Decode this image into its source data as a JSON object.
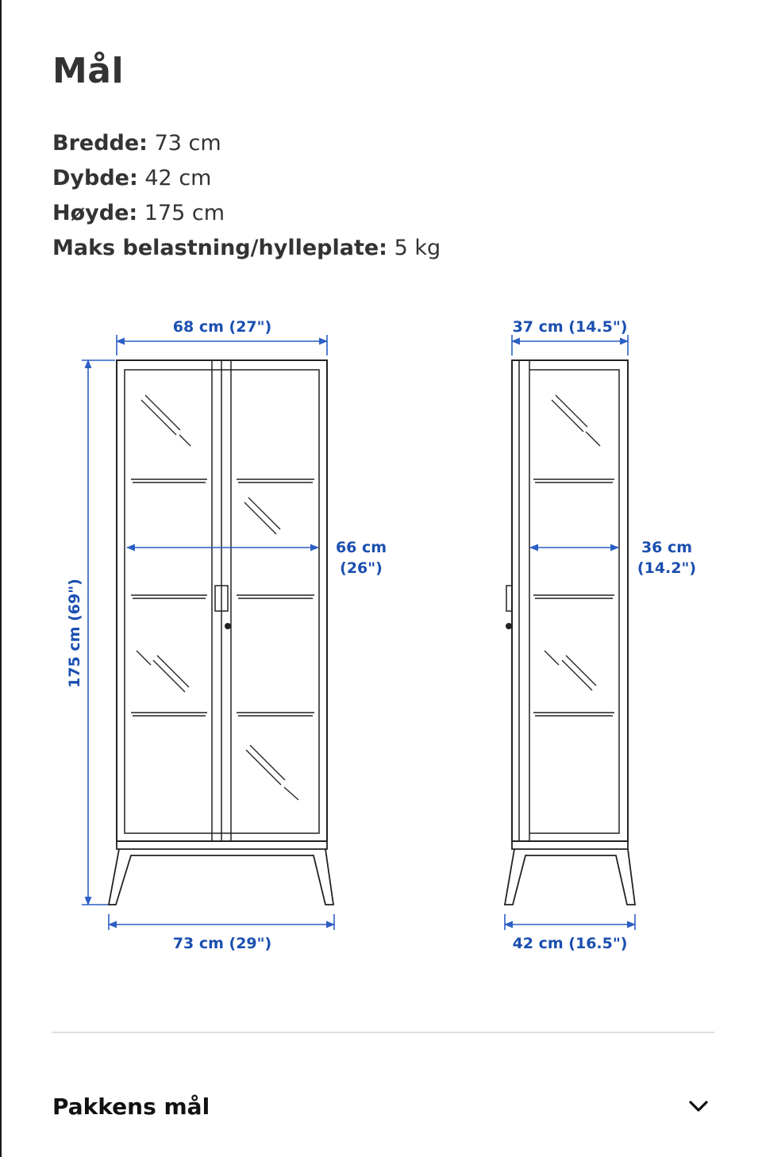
{
  "title": "Mål",
  "specs": [
    {
      "label": "Bredde:",
      "value": "73 cm"
    },
    {
      "label": "Dybde:",
      "value": "42 cm"
    },
    {
      "label": "Høyde:",
      "value": "175 cm"
    },
    {
      "label": "Maks belastning/hylleplate:",
      "value": "5 kg"
    }
  ],
  "drawing": {
    "front": {
      "top_width": "68 cm (27\")",
      "inner_width_line1": "66 cm",
      "inner_width_line2": "(26\")",
      "height": "175 cm (69\")",
      "bottom_width": "73 cm (29\")"
    },
    "side": {
      "top_depth": "37 cm (14.5\")",
      "inner_depth_line1": "36 cm",
      "inner_depth_line2": "(14.2\")",
      "bottom_depth": "42 cm (16.5\")"
    },
    "dimension_color": "#1b4fb0"
  },
  "package_section": {
    "label": "Pakkens mål",
    "icon": "chevron-down-icon"
  }
}
